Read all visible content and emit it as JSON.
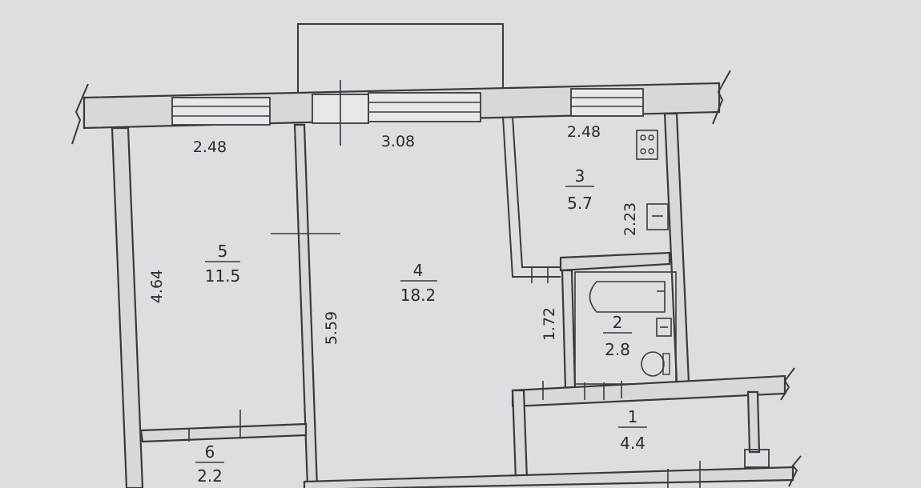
{
  "rooms": [
    {
      "number": "1",
      "area": "4.4"
    },
    {
      "number": "2",
      "area": "2.8"
    },
    {
      "number": "3",
      "area": "5.7"
    },
    {
      "number": "4",
      "area": "18.2"
    },
    {
      "number": "5",
      "area": "11.5"
    },
    {
      "number": "6",
      "area": "2.2"
    }
  ],
  "dimensions": {
    "top_left": "2.48",
    "top_middle": "3.08",
    "top_right": "2.48",
    "room3_side": "2.23",
    "room5_side": "4.64",
    "room4_side": "5.59",
    "corridor_side": "1.72"
  }
}
